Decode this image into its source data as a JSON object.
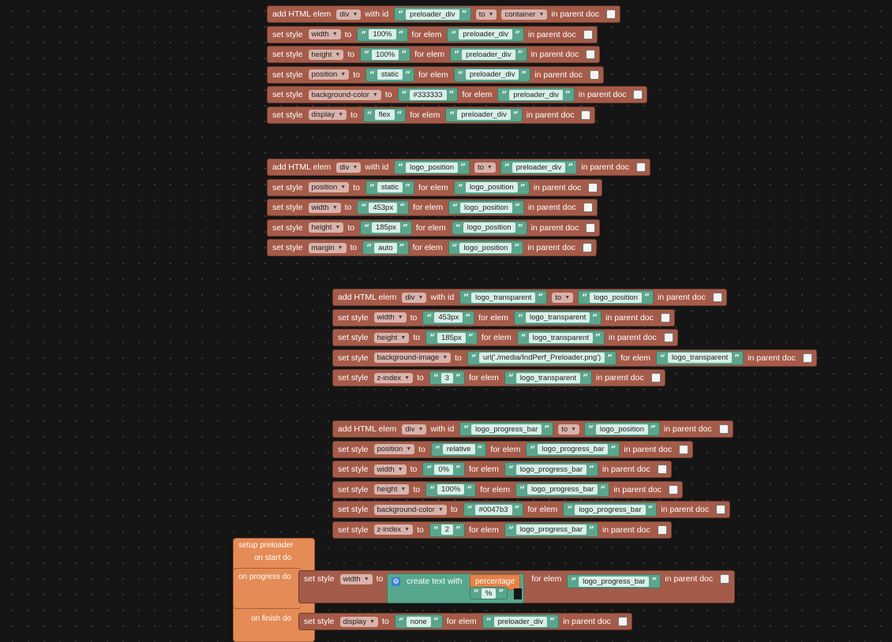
{
  "labels": {
    "add_html_elem": "add HTML elem",
    "with_id": "with id",
    "to": "to",
    "in_parent_doc": "in parent doc",
    "set_style": "set style",
    "for_elem": "for elem"
  },
  "groups": [
    {
      "blocks": [
        {
          "kind": "add",
          "tag": "div",
          "id": "preloader_div",
          "to_kind": "to",
          "parent": "container",
          "parent_is_dropdown": true
        },
        {
          "kind": "style",
          "prop": "width",
          "value": "100%",
          "elem": "preloader_div"
        },
        {
          "kind": "style",
          "prop": "height",
          "value": "100%",
          "elem": "preloader_div"
        },
        {
          "kind": "style",
          "prop": "position",
          "value": "static",
          "elem": "preloader_div"
        },
        {
          "kind": "style",
          "prop": "background-color",
          "value": "#333333",
          "elem": "preloader_div"
        },
        {
          "kind": "style",
          "prop": "display",
          "value": "flex",
          "elem": "preloader_div"
        }
      ]
    },
    {
      "blocks": [
        {
          "kind": "add",
          "tag": "div",
          "id": "logo_position",
          "to_kind": "to",
          "parent": "preloader_div",
          "parent_is_dropdown": false
        },
        {
          "kind": "style",
          "prop": "position",
          "value": "static",
          "elem": "logo_position"
        },
        {
          "kind": "style",
          "prop": "width",
          "value": "453px",
          "elem": "logo_position"
        },
        {
          "kind": "style",
          "prop": "height",
          "value": "185px",
          "elem": "logo_position"
        },
        {
          "kind": "style",
          "prop": "margin",
          "value": "auto",
          "elem": "logo_position"
        }
      ]
    },
    {
      "blocks": [
        {
          "kind": "add",
          "tag": "div",
          "id": "logo_transparent",
          "to_kind": "to",
          "parent": "logo_position",
          "parent_is_dropdown": false
        },
        {
          "kind": "style",
          "prop": "width",
          "value": "453px",
          "elem": "logo_transparent"
        },
        {
          "kind": "style",
          "prop": "height",
          "value": "185px",
          "elem": "logo_transparent"
        },
        {
          "kind": "style",
          "prop": "background-image",
          "value": "url('./media/IndPerf_Preloader.png')",
          "elem": "logo_transparent"
        },
        {
          "kind": "style",
          "prop": "z-index",
          "value": "3",
          "elem": "logo_transparent"
        }
      ]
    },
    {
      "blocks": [
        {
          "kind": "add",
          "tag": "div",
          "id": "logo_progress_bar",
          "to_kind": "to",
          "parent": "logo_position",
          "parent_is_dropdown": false
        },
        {
          "kind": "style",
          "prop": "position",
          "value": "relative",
          "elem": "logo_progress_bar"
        },
        {
          "kind": "style",
          "prop": "width",
          "value": "0%",
          "elem": "logo_progress_bar"
        },
        {
          "kind": "style",
          "prop": "height",
          "value": "100%",
          "elem": "logo_progress_bar"
        },
        {
          "kind": "style",
          "prop": "background-color",
          "value": "#0047b3",
          "elem": "logo_progress_bar"
        },
        {
          "kind": "style",
          "prop": "z-index",
          "value": "2",
          "elem": "logo_progress_bar"
        }
      ]
    }
  ],
  "event_block": {
    "title": "setup preloader",
    "on_start": "on start do",
    "on_progress": "on progress do",
    "on_finish": "on finish do",
    "progress_stmt": {
      "prop": "width",
      "create_text_label": "create text with",
      "variable": "percentage",
      "suffix": "%",
      "elem": "logo_progress_bar"
    },
    "finish_stmt": {
      "prop": "display",
      "value": "none",
      "elem": "preloader_div"
    }
  },
  "colors": {
    "workspace": "#151515",
    "block": "#a55b49",
    "string": "#5ba58c",
    "event": "#e58b55",
    "variable": "#e48347"
  }
}
